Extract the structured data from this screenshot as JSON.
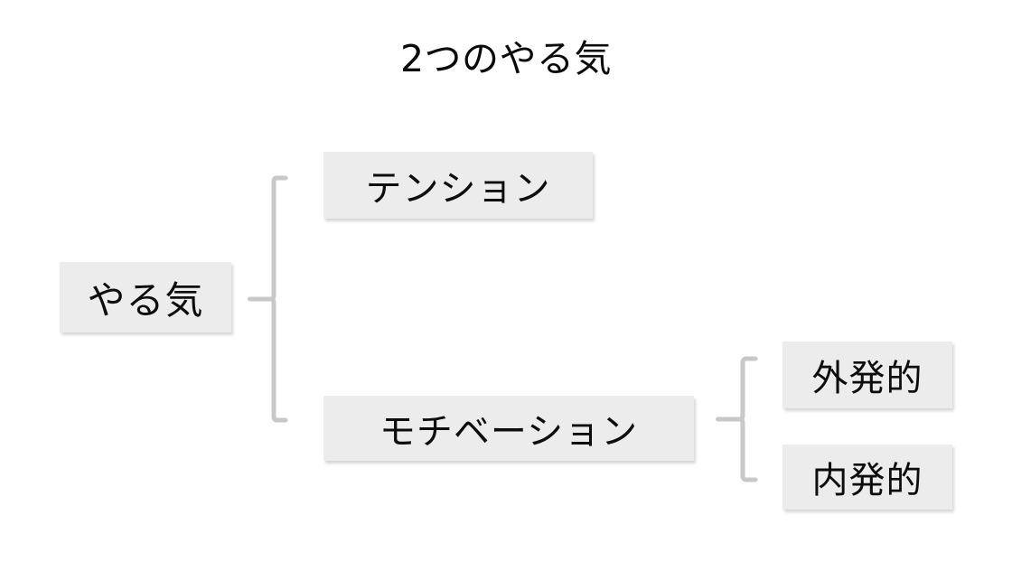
{
  "slide": {
    "title": "2つのやる気",
    "background_color": "#ffffff",
    "node_fill_color": "#ececec",
    "node_text_color": "#0d0d0d",
    "bracket_color": "#c8c8c8"
  },
  "nodes": {
    "root": {
      "label": "やる気"
    },
    "tension": {
      "label": "テンション"
    },
    "motivation": {
      "label": "モチベーション"
    },
    "extrinsic": {
      "label": "外発的"
    },
    "intrinsic": {
      "label": "内発的"
    }
  },
  "connectors": [
    {
      "name": "main-bracket",
      "from": "やる気",
      "to": [
        "テンション",
        "モチベーション"
      ]
    },
    {
      "name": "sub-bracket",
      "from": "モチベーション",
      "to": [
        "外発的",
        "内発的"
      ]
    }
  ]
}
